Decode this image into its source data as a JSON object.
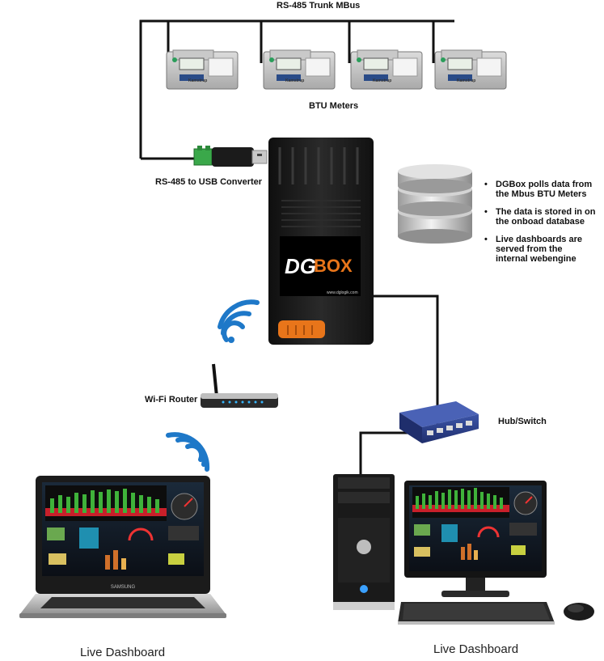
{
  "labels": {
    "trunk": "RS-485 Trunk MBus",
    "btu_meters": "BTU Meters",
    "converter": "RS-485 to USB Converter",
    "wifi_router": "Wi-Fi Router",
    "hub_switch": "Hub/Switch",
    "live_dashboard_left": "Live Dashboard",
    "live_dashboard_right": "Live Dashboard"
  },
  "bullets": [
    "DGBox polls data from the Mbus BTU Meters",
    "The data is stored in on the onboad database",
    "Live dashboards are served from the internal webengine"
  ],
  "device": {
    "logo_dg": "DG",
    "logo_box": "BOX",
    "url": "www.dglogik.com"
  },
  "meter_brand": "Kamstrup",
  "laptop_brand": "SAMSUNG",
  "colors": {
    "cable": "#111111",
    "device_body": "#1a1a1a",
    "logo_orange": "#e8751a",
    "wifi_blue": "#1e78c8",
    "switch_blue": "#2b3f8c",
    "bar_green": "#3fb23a",
    "bar_red": "#c8202a"
  }
}
